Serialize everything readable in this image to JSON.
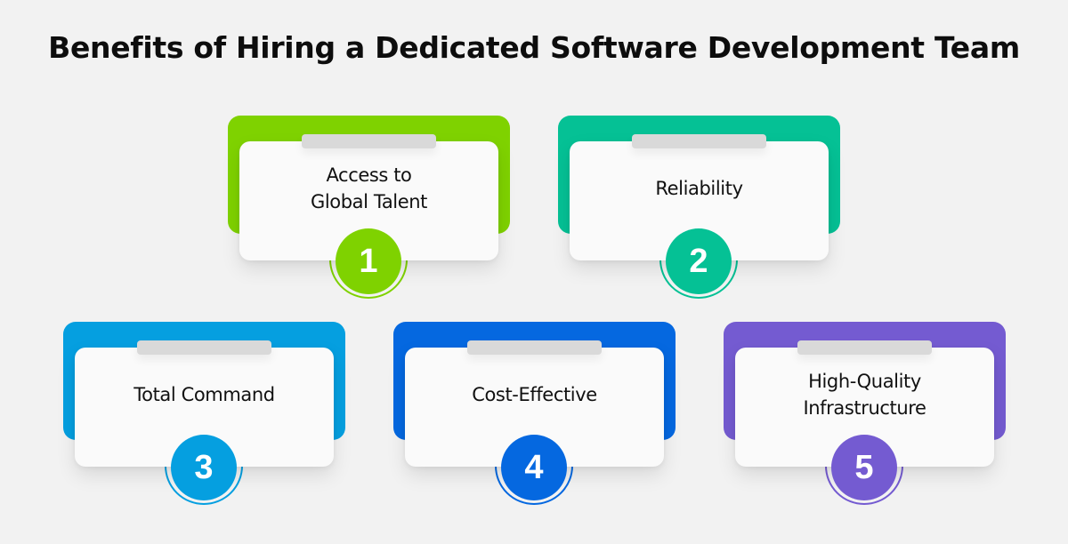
{
  "title": "Benefits of Hiring a Dedicated Software Development Team",
  "cards": [
    {
      "number": "1",
      "label": "Access to\nGlobal Talent",
      "color": "#7fd200",
      "ring_color": "#7fd200"
    },
    {
      "number": "2",
      "label": "Reliability",
      "color": "#05c195",
      "ring_color": "#05c195"
    },
    {
      "number": "3",
      "label": "Total Command",
      "color": "#059fe0",
      "ring_color": "#059fe0"
    },
    {
      "number": "4",
      "label": "Cost-Effective",
      "color": "#0568e0",
      "ring_color": "#0568e0"
    },
    {
      "number": "5",
      "label": "High-Quality\nInfrastructure",
      "color": "#745bd1",
      "ring_color": "#745bd1"
    }
  ]
}
